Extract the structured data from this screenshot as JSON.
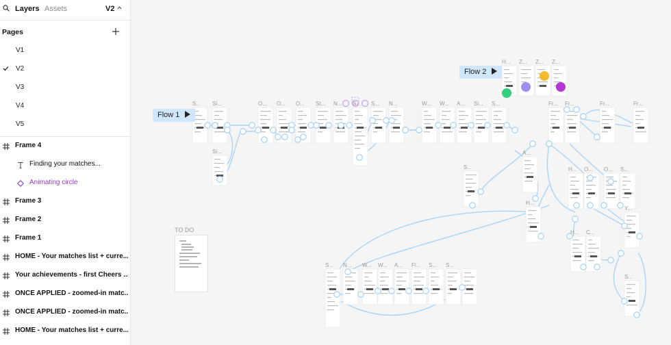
{
  "sidebar": {
    "tabs": {
      "layers": "Layers",
      "assets": "Assets"
    },
    "version": "V2",
    "pages_title": "Pages",
    "pages": [
      {
        "label": "V1",
        "selected": false
      },
      {
        "label": "V2",
        "selected": true
      },
      {
        "label": "V3",
        "selected": false
      },
      {
        "label": "V4",
        "selected": false
      },
      {
        "label": "V5",
        "selected": false
      }
    ],
    "layers": [
      {
        "label": "Frame 4",
        "icon": "frame-icon",
        "level": 0
      },
      {
        "label": "Finding your matches...",
        "icon": "text-icon",
        "level": 1
      },
      {
        "label": "Animating circle",
        "icon": "component-icon",
        "level": 1,
        "accent": "#8b3fbf"
      },
      {
        "label": "Frame 3",
        "icon": "frame-icon",
        "level": 0
      },
      {
        "label": "Frame 2",
        "icon": "frame-icon",
        "level": 0
      },
      {
        "label": "Frame 1",
        "icon": "frame-icon",
        "level": 0
      },
      {
        "label": "HOME - Your matches list + curre...",
        "icon": "frame-icon",
        "level": 0
      },
      {
        "label": "Your achievements - first Cheers ...",
        "icon": "frame-icon",
        "level": 0
      },
      {
        "label": "ONCE APPLIED - zoomed-in matc...",
        "icon": "frame-icon",
        "level": 0
      },
      {
        "label": "ONCE APPLIED - zoomed-in matc...",
        "icon": "frame-icon",
        "level": 0
      },
      {
        "label": "HOME - Your matches list + curre...",
        "icon": "frame-icon",
        "level": 0
      }
    ]
  },
  "canvas": {
    "flows": [
      {
        "label": "Flow 1"
      },
      {
        "label": "Flow 2"
      }
    ],
    "todo_label": "TO DO",
    "frame_labels": [
      "S...",
      "Si...",
      "Si...",
      "O...",
      "O...",
      "O...",
      "St...",
      "N...",
      "S...",
      "S...",
      "N...",
      "W...",
      "W...",
      "A...",
      "Si...",
      "S...",
      "H...",
      "Z...",
      "Z...",
      "Z...",
      "Fr...",
      "Fr...",
      "Fr...",
      "Fr...",
      "A...",
      "S...",
      "H...",
      "H...",
      "O...",
      "O...",
      "S...",
      "Y...",
      "H...",
      "C...",
      "S...",
      "S...",
      "N...",
      "W...",
      "W...",
      "A...",
      "Fi...",
      "S...",
      "S..."
    ],
    "colors": {
      "connector": "#a9d4f7",
      "flow_tag_bg": "#cfe6fb",
      "circle_green": "#35d07f",
      "circle_lavender": "#9b8ff0",
      "circle_yellow": "#f5b82e",
      "circle_purple": "#b538d6",
      "selection_purple": "#c7a4ef"
    }
  }
}
